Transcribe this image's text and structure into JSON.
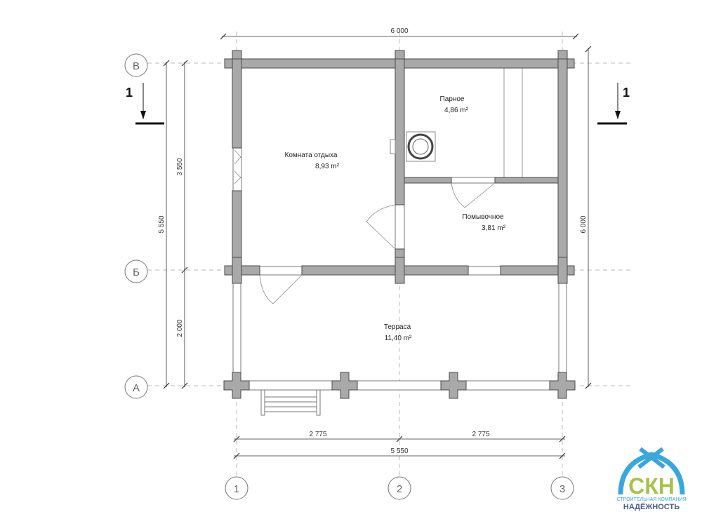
{
  "dimensions": {
    "top_total": "6 000",
    "left_total": "5 550",
    "left_upper": "3 550",
    "left_lower": "2 000",
    "right_total": "6 000",
    "bottom_left": "2 775",
    "bottom_right": "2 775",
    "bottom_total": "5 550"
  },
  "axes": {
    "rows": [
      "В",
      "Б",
      "А"
    ],
    "columns": [
      "1",
      "2",
      "3"
    ]
  },
  "section_marks": {
    "left": "1",
    "right": "1"
  },
  "rooms": [
    {
      "name": "Комната отдыха",
      "area": "8,93 m²"
    },
    {
      "name": "Парное",
      "area": "4,86 m²"
    },
    {
      "name": "Помывочное",
      "area": "3,81 m²"
    },
    {
      "name": "Терраса",
      "area": "11,40 m²"
    }
  ],
  "logo": {
    "mark": "СКН",
    "line1": "СТРОИТЕЛЬНАЯ КОМПАНИЯ",
    "line2": "НАДЁЖНОСТЬ"
  },
  "colors": {
    "wall": "#a9a9a9",
    "logo_blue": "#3aa7dc",
    "logo_green": "#a8c24a",
    "logo_text": "#4a5a8a"
  }
}
